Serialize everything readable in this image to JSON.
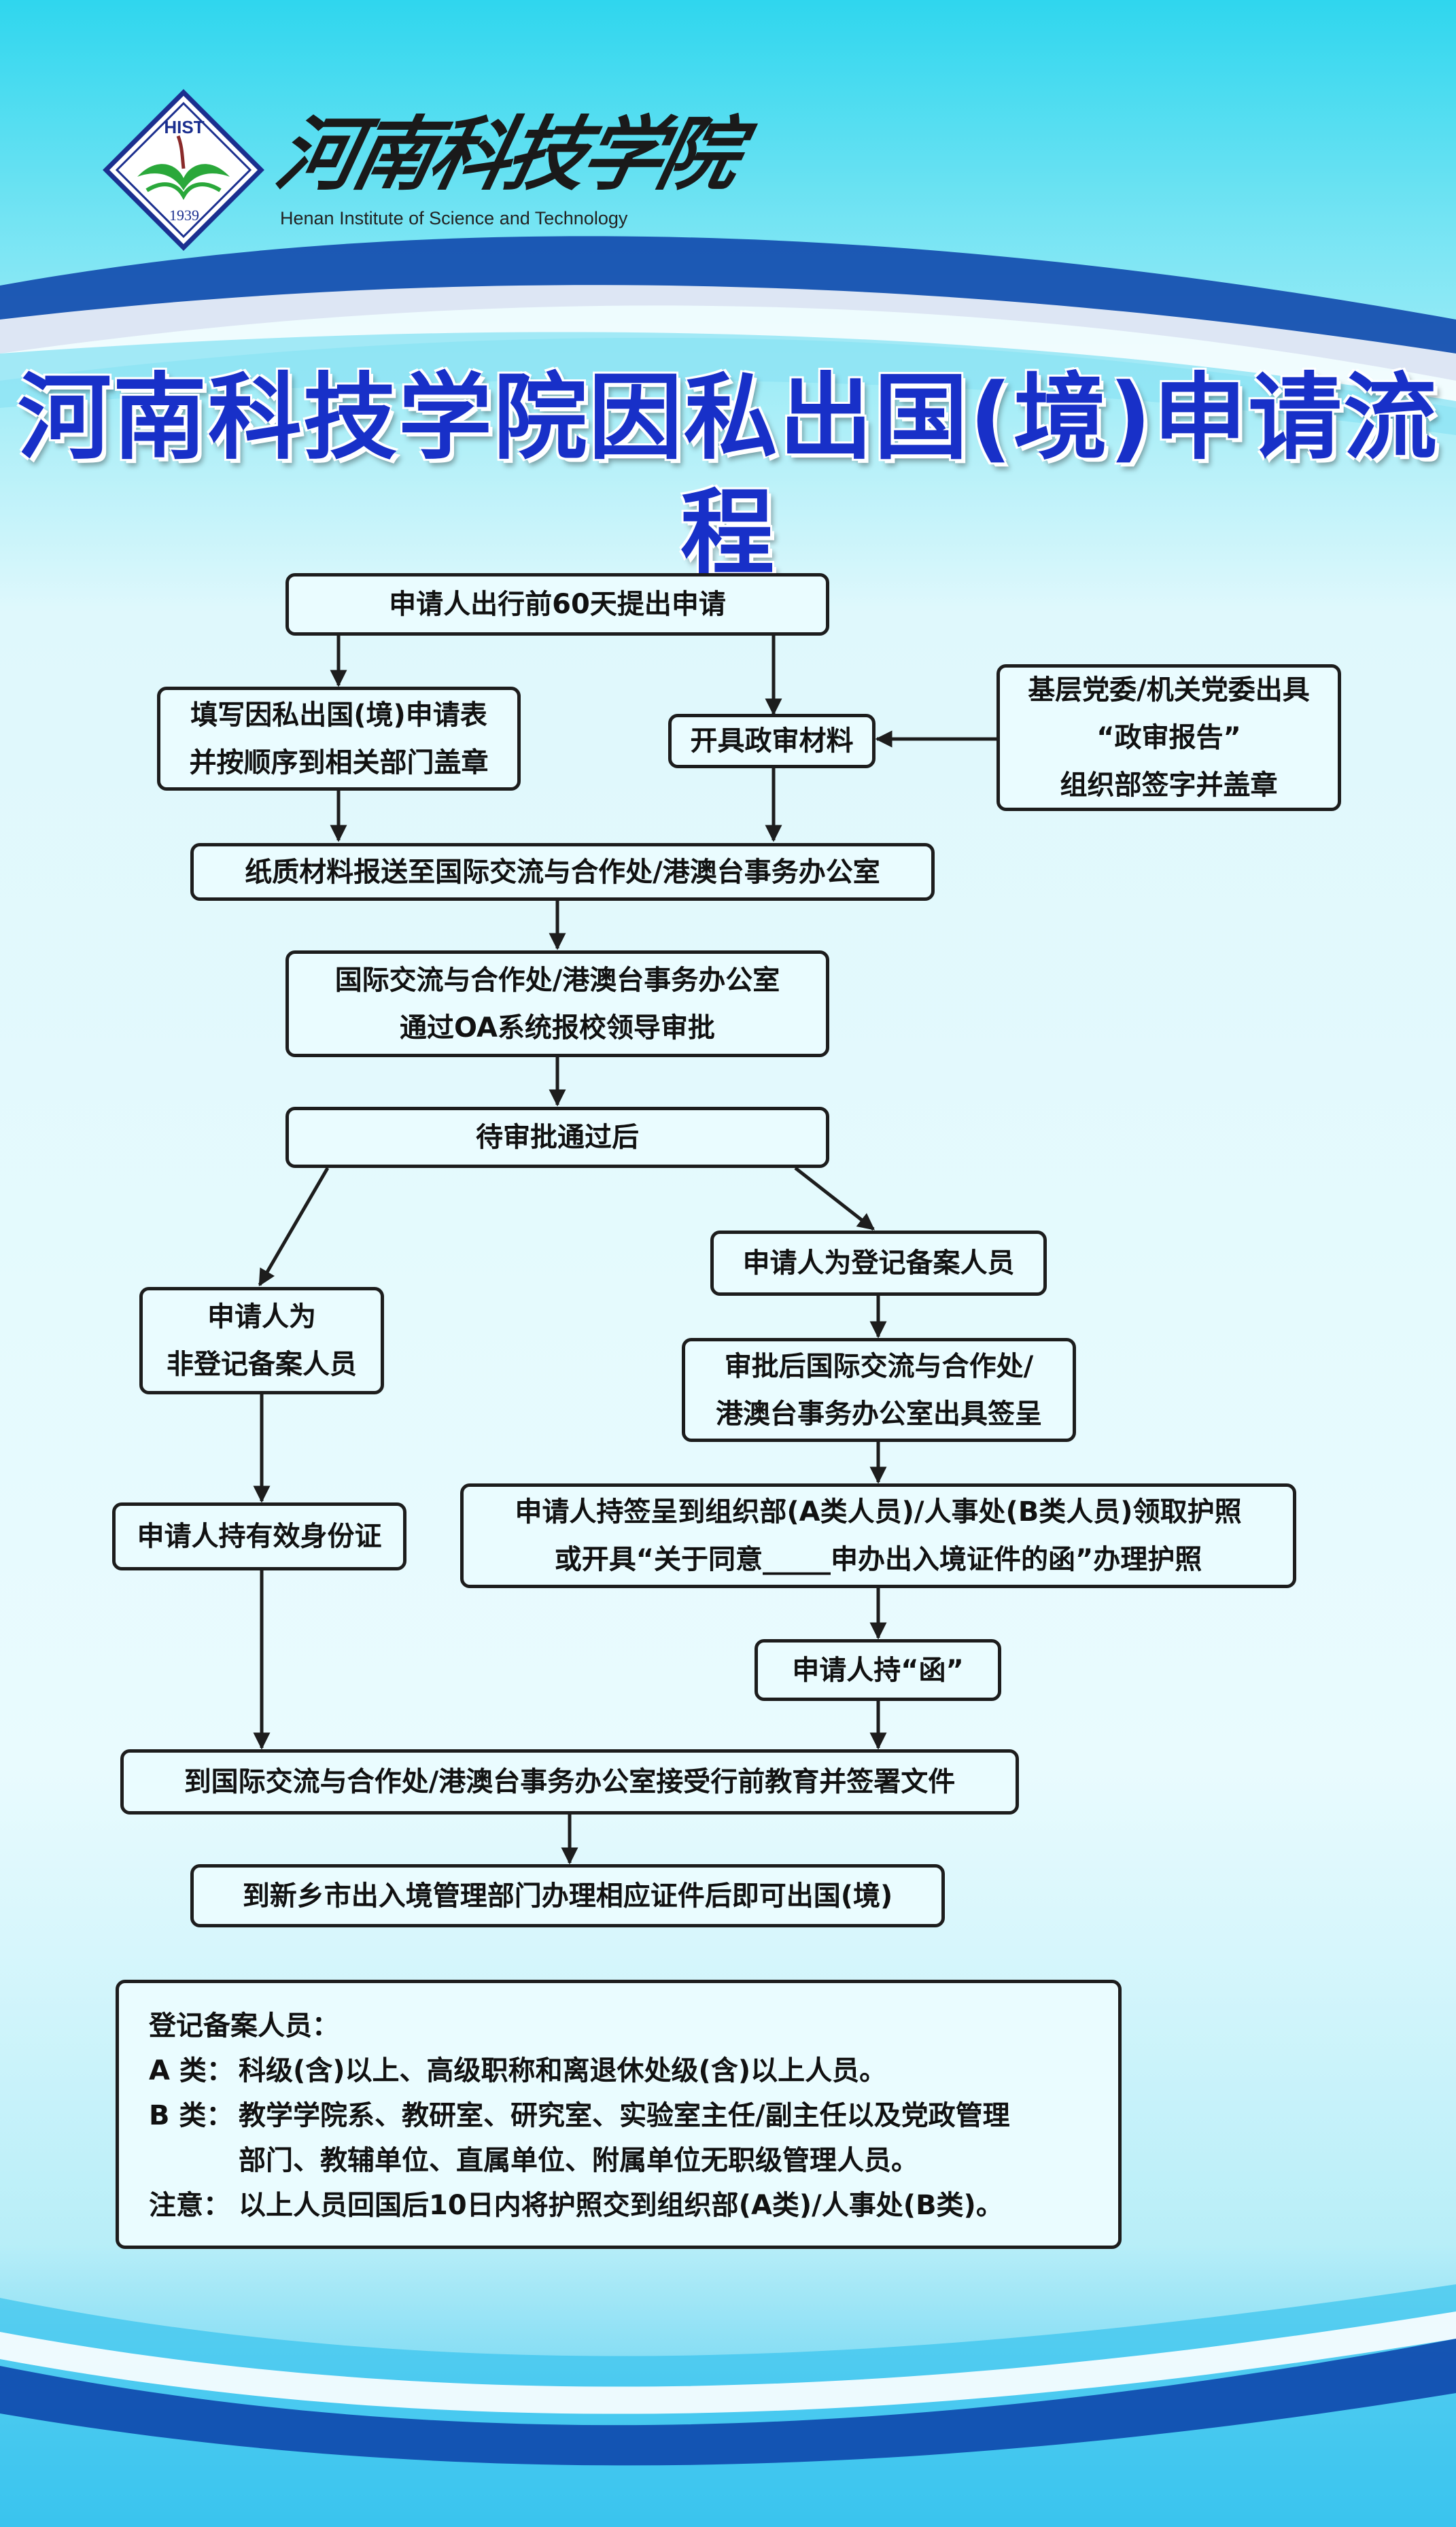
{
  "header": {
    "logo_badge": "HIST",
    "logo_year": "1939",
    "logo_cn": "河南科技学院",
    "logo_en": "Henan Institute of Science and Technology"
  },
  "title": "河南科技学院因私出国(境)申请流程",
  "flow": {
    "n1": "申请人出行前60天提出申请",
    "n2_l1": "填写因私出国(境)申请表",
    "n2_l2": "并按顺序到相关部门盖章",
    "n3": "开具政审材料",
    "n4_l1": "基层党委/机关党委出具",
    "n4_l2": "“政审报告”",
    "n4_l3": "组织部签字并盖章",
    "n5": "纸质材料报送至国际交流与合作处/港澳台事务办公室",
    "n6_l1": "国际交流与合作处/港澳台事务办公室",
    "n6_l2": "通过OA系统报校领导审批",
    "n7": "待审批通过后",
    "n8": "申请人为登记备案人员",
    "n9_l1": "申请人为",
    "n9_l2": "非登记备案人员",
    "n10_l1": "审批后国际交流与合作处/",
    "n10_l2": "港澳台事务办公室出具签呈",
    "n11": "申请人持有效身份证",
    "n12_l1": "申请人持签呈到组织部(A类人员)/人事处(B类人员)领取护照",
    "n12_l2": "或开具“关于同意_____申办出入境证件的函”办理护照",
    "n13": "申请人持“函”",
    "n14": "到国际交流与合作处/港澳台事务办公室接受行前教育并签署文件",
    "n15": "到新乡市出入境管理部门办理相应证件后即可出国(境)"
  },
  "notes": {
    "heading": "登记备案人员：",
    "a_label": "A 类：",
    "a_text": "科级(含)以上、高级职称和离退休处级(含)以上人员。",
    "b_label": "B 类：",
    "b_text1": "教学学院系、教研室、研究室、实验室主任/副主任以及党政管理",
    "b_text2": "部门、教辅单位、直属单位、附属单位无职级管理人员。",
    "c_label": "注意：",
    "c_text": "以上人员回国后10日内将护照交到组织部(A类)/人事处(B类)。"
  },
  "colors": {
    "title": "#1830c8",
    "wave_dark": "#0a3fa8",
    "wave_light": "#ffffff",
    "box_fill": "#eafcff",
    "box_border": "#1d1d1d"
  }
}
